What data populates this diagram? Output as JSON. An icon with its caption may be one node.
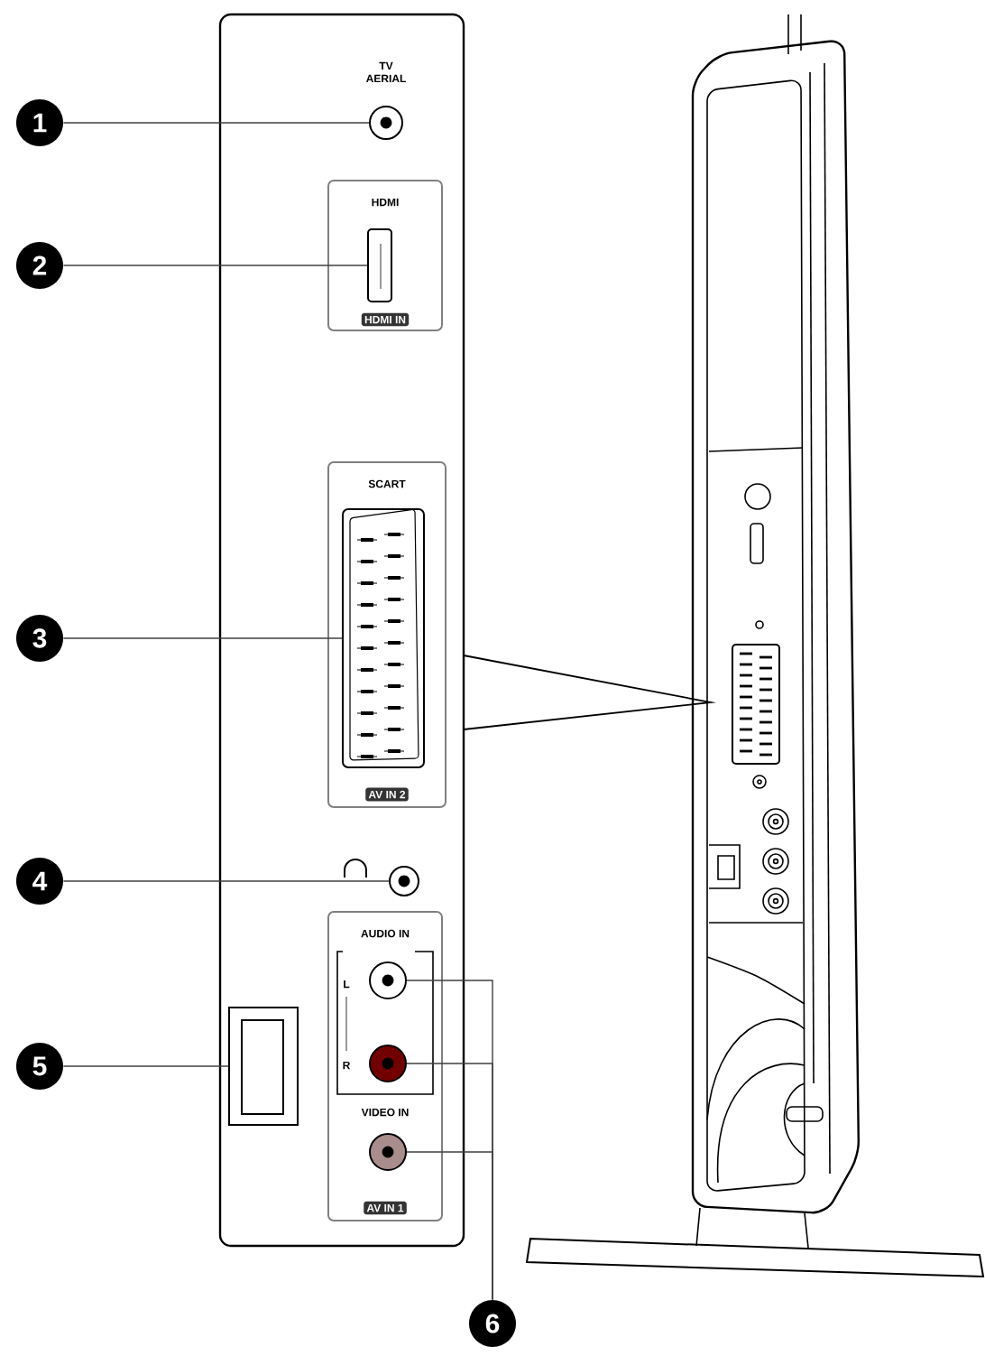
{
  "diagram": {
    "nodes": [
      {
        "text": [],
        "shape": "box"
      },
      {
        "text": [
          "1"
        ]
      },
      {
        "text": [],
        "shape": "circle",
        "in": 0
      },
      {
        "text": [
          "2"
        ]
      },
      {
        "text": [
          "HDMI",
          "HDMI IN"
        ],
        "in": 0
      },
      {
        "text": [],
        "shape": "box",
        "in": 4
      },
      {
        "text": [
          "3"
        ]
      },
      {
        "text": [
          "SCART",
          "AV IN 2"
        ],
        "in": 0
      },
      {
        "text": [],
        "shape": "box",
        "in": 7
      },
      {
        "text": [
          "4"
        ]
      },
      {
        "text": [],
        "shape": "circle",
        "in": 0
      },
      {
        "text": [
          "5"
        ]
      },
      {
        "text": [],
        "shape": "box",
        "in": 0
      },
      {
        "text": [
          "AUDIO IN",
          "L",
          "R",
          "VIDEO IN",
          "AV IN 1"
        ],
        "in": 0
      },
      {
        "text": [],
        "shape": "circle",
        "in": 13
      },
      {
        "text": [],
        "shape": "circle",
        "in": 13
      },
      {
        "text": [],
        "shape": "circle",
        "in": 13
      },
      {
        "text": [
          "6"
        ]
      }
    ],
    "edges": [
      {
        "from": 1,
        "to": 2,
        "arrow": "none"
      },
      {
        "from": 3,
        "to": 5,
        "arrow": "none"
      },
      {
        "from": 6,
        "to": 8,
        "arrow": "none"
      },
      {
        "from": 9,
        "to": 10,
        "arrow": "none"
      },
      {
        "from": 11,
        "to": 12,
        "arrow": "none"
      },
      {
        "from": 17,
        "to": 14,
        "arrow": "none"
      },
      {
        "from": 17,
        "to": 15,
        "arrow": "none"
      },
      {
        "from": 17,
        "to": 16,
        "arrow": "none"
      }
    ],
    "labels": [
      "TV AERIAL"
    ]
  }
}
